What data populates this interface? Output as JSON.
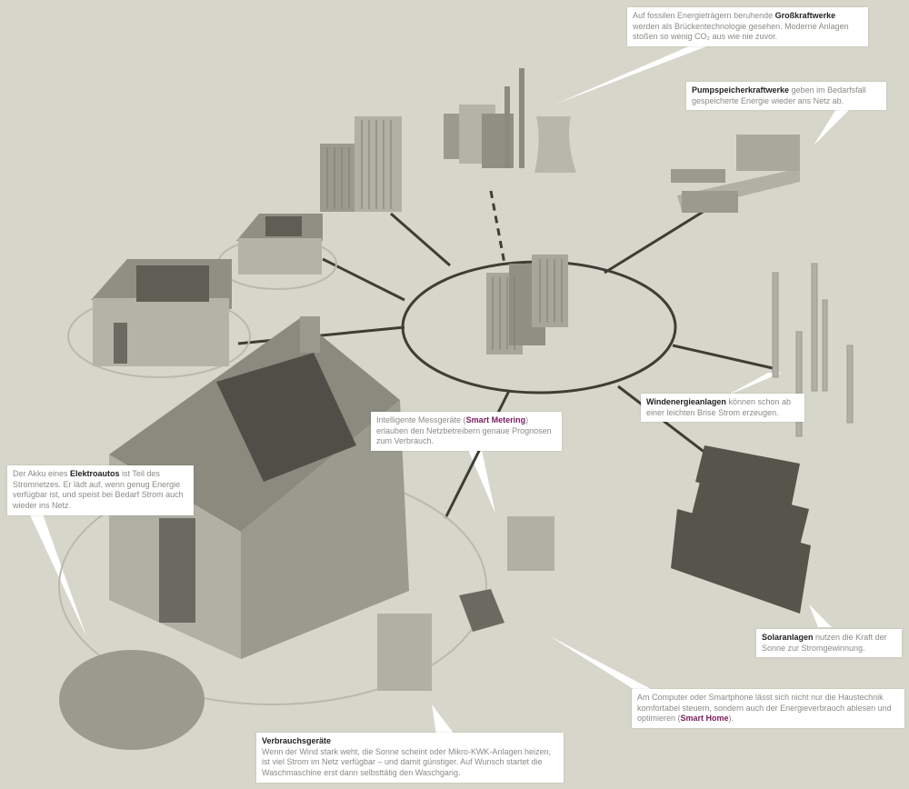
{
  "callouts": {
    "grosskraftwerke": {
      "pre": "Auf fossilen Energieträgern beruhende ",
      "bold": "Großkraftwerke",
      "post": " werden als Brückentechnologie gesehen. Moderne Anlagen stoßen so wenig CO₂ aus wie nie zuvor."
    },
    "pumpspeicher": {
      "bold": "Pumpspeicherkraftwerke",
      "post": " geben im Bedarfsfall gespeicherte Energie wieder ans Netz ab."
    },
    "windenergie": {
      "bold": "Windenergieanlagen",
      "post": " können schon ab einer leichten Brise Strom erzeugen."
    },
    "smart_metering": {
      "pre": "Intelligente Messgeräte (",
      "highlight": "Smart Metering",
      "post": ") erlauben den Netzbetreibern genaue Prognosen zum Verbrauch."
    },
    "elektroautos": {
      "pre": "Der Akku eines ",
      "bold": "Elektroautos",
      "post": " ist Teil des Stromnetzes. Er lädt auf, wenn genug Energie verfügbar ist, und speist bei Bedarf Strom auch wieder ins Netz."
    },
    "solaranlagen": {
      "bold": "Solaranlagen",
      "post": " nutzen die Kraft der Sonne zur Stromgewinnung."
    },
    "smart_home": {
      "pre": "Am Computer oder Smartphone lässt sich nicht nur die Haustechnik komfortabel steuern, sondern auch der Energieverbrauch ablesen und optimieren (",
      "highlight": "Smart Home",
      "post": ")."
    },
    "verbrauchsgeraete": {
      "bold": "Verbrauchsgeräte",
      "post": "Wenn der Wind stark weht, die Sonne scheint oder Mikro-KWK-Anlagen heizen, ist viel Strom im Netz verfügbar – und damit günstiger. Auf Wunsch startet die Waschmaschine erst dann selbsttätig den Waschgang."
    }
  },
  "colors": {
    "background": "#d6d6cb",
    "line": "#3e3e36",
    "highlight": "#7a1b5e"
  }
}
